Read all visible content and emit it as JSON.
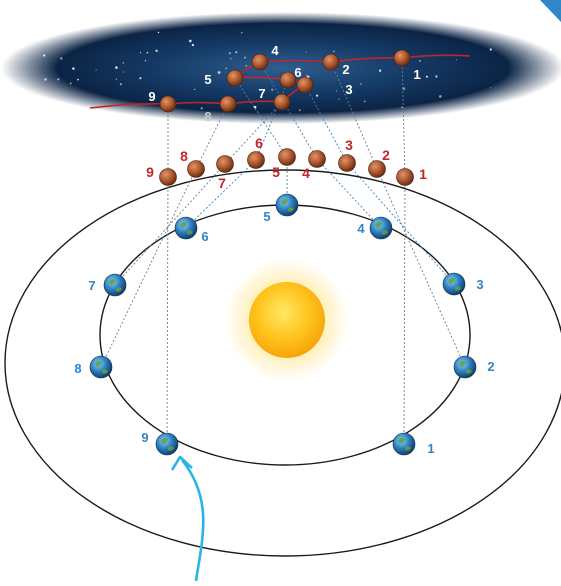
{
  "colors": {
    "earth_label": "#2f86c8",
    "mars_label_ring": "#c0262b",
    "mars_label_sky": "#ffffff",
    "mars_label_sky_dim": "#c8c8c8",
    "mars_track": "#c0262b",
    "sight_line_blue": "#2f86c8",
    "sight_line_gray": "#6a7f90",
    "pointer_arrow": "#28b4e6",
    "sky": "#0d2a4e",
    "sun": "#ffc21a"
  },
  "earth_positions": [
    {
      "label": "1"
    },
    {
      "label": "2"
    },
    {
      "label": "3"
    },
    {
      "label": "4"
    },
    {
      "label": "5"
    },
    {
      "label": "6"
    },
    {
      "label": "7"
    },
    {
      "label": "8"
    },
    {
      "label": "9"
    }
  ],
  "mars_orbit_positions": [
    {
      "label": "1"
    },
    {
      "label": "2"
    },
    {
      "label": "3"
    },
    {
      "label": "4"
    },
    {
      "label": "5"
    },
    {
      "label": "6"
    },
    {
      "label": "7"
    },
    {
      "label": "8"
    },
    {
      "label": "9"
    }
  ],
  "mars_sky_positions": [
    {
      "label": "1"
    },
    {
      "label": "2"
    },
    {
      "label": "3"
    },
    {
      "label": "4"
    },
    {
      "label": "5"
    },
    {
      "label": "6"
    },
    {
      "label": "7"
    },
    {
      "label": "8"
    },
    {
      "label": "9"
    }
  ]
}
